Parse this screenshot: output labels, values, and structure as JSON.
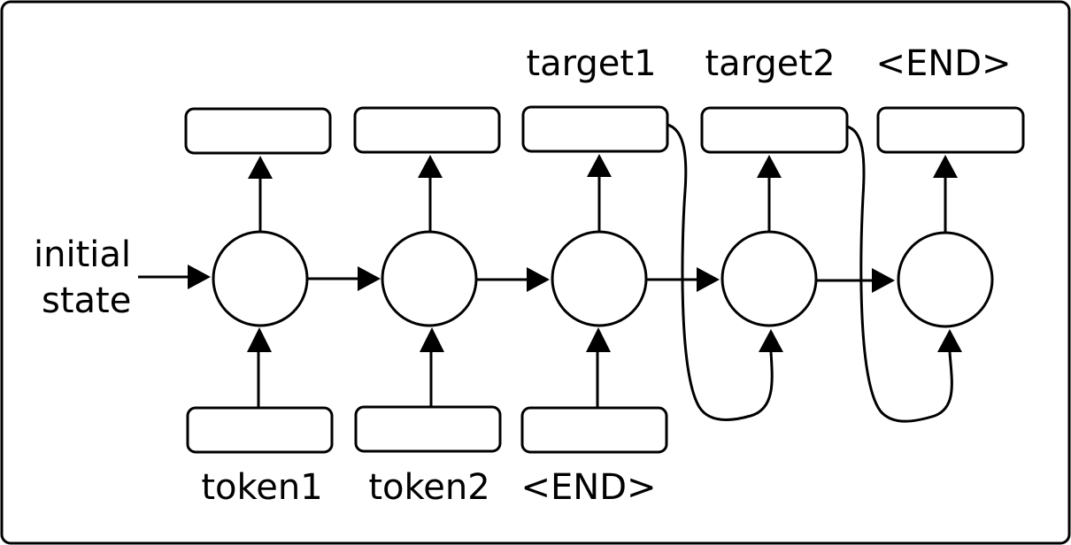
{
  "input_state_label": [
    "initial",
    "state"
  ],
  "input_tokens": [
    "token1",
    "token2",
    "<END>"
  ],
  "output_targets": [
    "target1",
    "target2",
    "<END>"
  ]
}
